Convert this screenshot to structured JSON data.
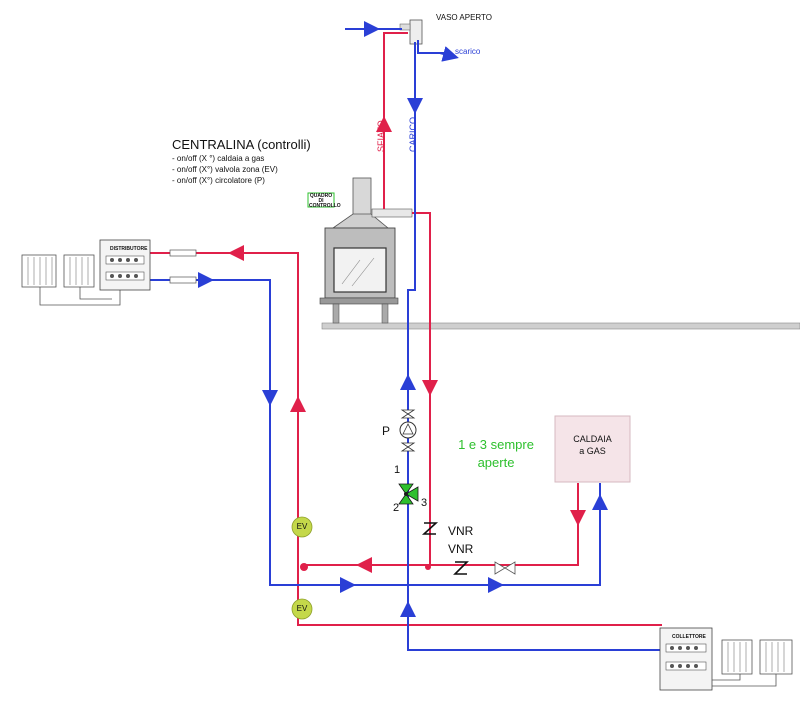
{
  "colors": {
    "hot": "#e0204a",
    "cold": "#2a3fd6",
    "valve_green": "#2ec02e",
    "ev_fill": "#c4d84a",
    "boiler_fill": "#f5e4e8",
    "note_green": "#2ec02e"
  },
  "labels": {
    "vaso_aperto": "VASO APERTO",
    "scarico": "scarico",
    "sfiato": "SFIATO",
    "carico": "CARICO",
    "centralina_title": "CENTRALINA  (controlli)",
    "centralina_items": [
      "- on/off  (X °) caldaia a gas",
      "- on/off  (X°)  valvola zona  (EV)",
      "- on/off  (X°)  circolatore  (P)"
    ],
    "quadro": "QUADRO DI CONTROLLO",
    "distributor": "DISTRIBUTORE",
    "collettore": "COLLETTORE",
    "pump": "P",
    "valve_port_1": "1",
    "valve_port_2": "2",
    "valve_port_3": "3",
    "note_line1": "1 e 3 sempre",
    "note_line2": "aperte",
    "boiler_line1": "CALDAIA",
    "boiler_line2": "a GAS",
    "vnr_1": "VNR",
    "vnr_2": "VNR",
    "ev_1": "EV",
    "ev_2": "EV"
  }
}
